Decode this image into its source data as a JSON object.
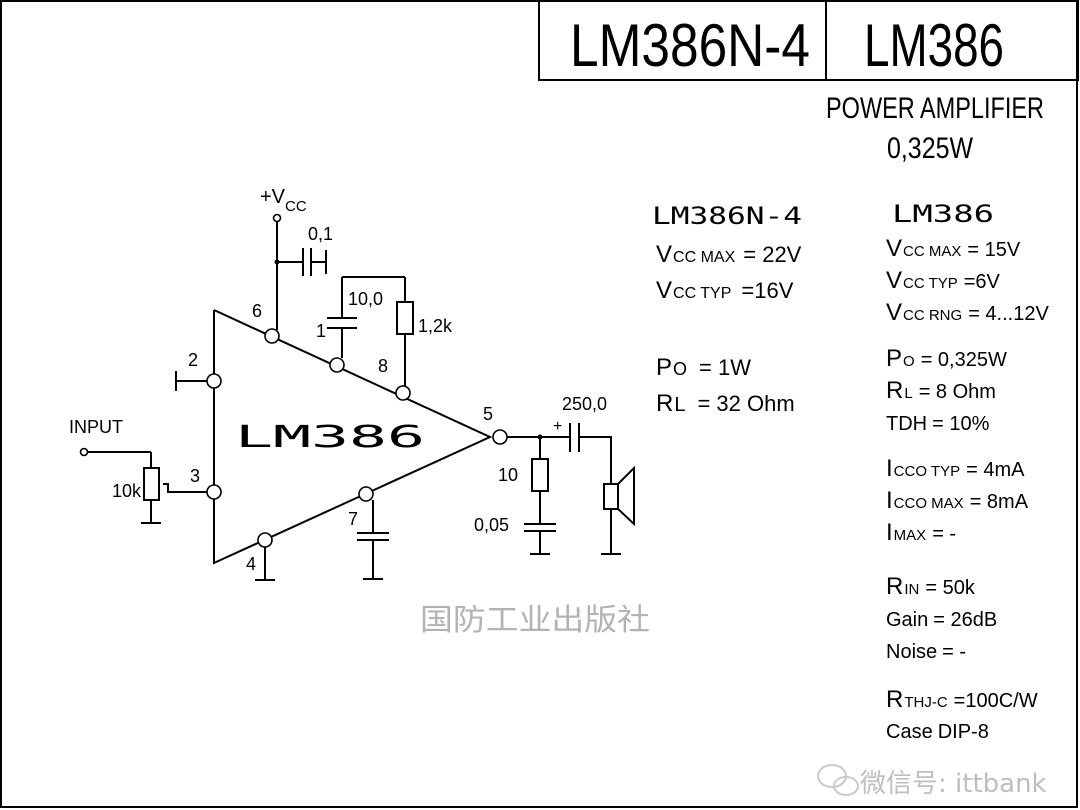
{
  "title_block": {
    "part_left": "LM386N-4",
    "part_right": "LM386",
    "subtitle": "POWER AMPLIFIER",
    "power": "0,325W"
  },
  "schematic": {
    "vcc_label": "+V",
    "vcc_sub": "CC",
    "chip_label": "LM386",
    "input_label": "INPUT",
    "pins": [
      "2",
      "3",
      "4",
      "5",
      "6",
      "7",
      "8",
      "1"
    ],
    "components": {
      "c_vcc": "0,1",
      "c_gain": "10,0",
      "r_gain": "1,2k",
      "pot_in": "10k",
      "c_out": "250,0",
      "c_out_polarity": "+",
      "r_zobel": "10",
      "c_zobel": "0,05"
    }
  },
  "specs_lm386n4": {
    "heading": "LM386N-4",
    "rows": [
      {
        "sym": "V",
        "sub": "CC MAX",
        "val": "= 22V"
      },
      {
        "sym": "V",
        "sub": "CC TYP",
        "val": "=16V"
      },
      {
        "sym": "P",
        "sub": "O",
        "val": "= 1W"
      },
      {
        "sym": "R",
        "sub": "L",
        "val": "= 32 Ohm"
      }
    ]
  },
  "specs_lm386": {
    "heading": "LM386",
    "rows": [
      {
        "sym": "V",
        "sub": "CC MAX",
        "val": "= 15V"
      },
      {
        "sym": "V",
        "sub": "CC TYP",
        "val": "=6V"
      },
      {
        "sym": "V",
        "sub": "CC RNG",
        "val": "= 4...12V"
      },
      {
        "sym": "P",
        "sub": "O",
        "val": "= 0,325W"
      },
      {
        "sym": "R",
        "sub": "L",
        "val": "= 8 Ohm"
      },
      {
        "sym": "TDH",
        "sub": "",
        "val": "= 10%"
      },
      {
        "sym": "I",
        "sub": "CCO TYP",
        "val": "=  4mA"
      },
      {
        "sym": "I",
        "sub": "CCO MAX",
        "val": "=  8mA"
      },
      {
        "sym": "I",
        "sub": "MAX",
        "val": "=     -"
      },
      {
        "sym": "R",
        "sub": "IN",
        "val": "= 50k"
      },
      {
        "sym": "Gain",
        "sub": "",
        "val": "= 26dB"
      },
      {
        "sym": "Noise",
        "sub": "",
        "val": "=  -"
      },
      {
        "sym": "R",
        "sub": "THJ-C",
        "val": "=100C/W"
      },
      {
        "sym": "Case",
        "sub": "",
        "val": "DIP-8"
      }
    ]
  },
  "watermarks": {
    "publisher": "国防工业出版社",
    "wechat": "微信号: ittbank"
  },
  "colors": {
    "line": "#000000",
    "background": "#ffffff",
    "watermark": "#9a9a9a"
  }
}
